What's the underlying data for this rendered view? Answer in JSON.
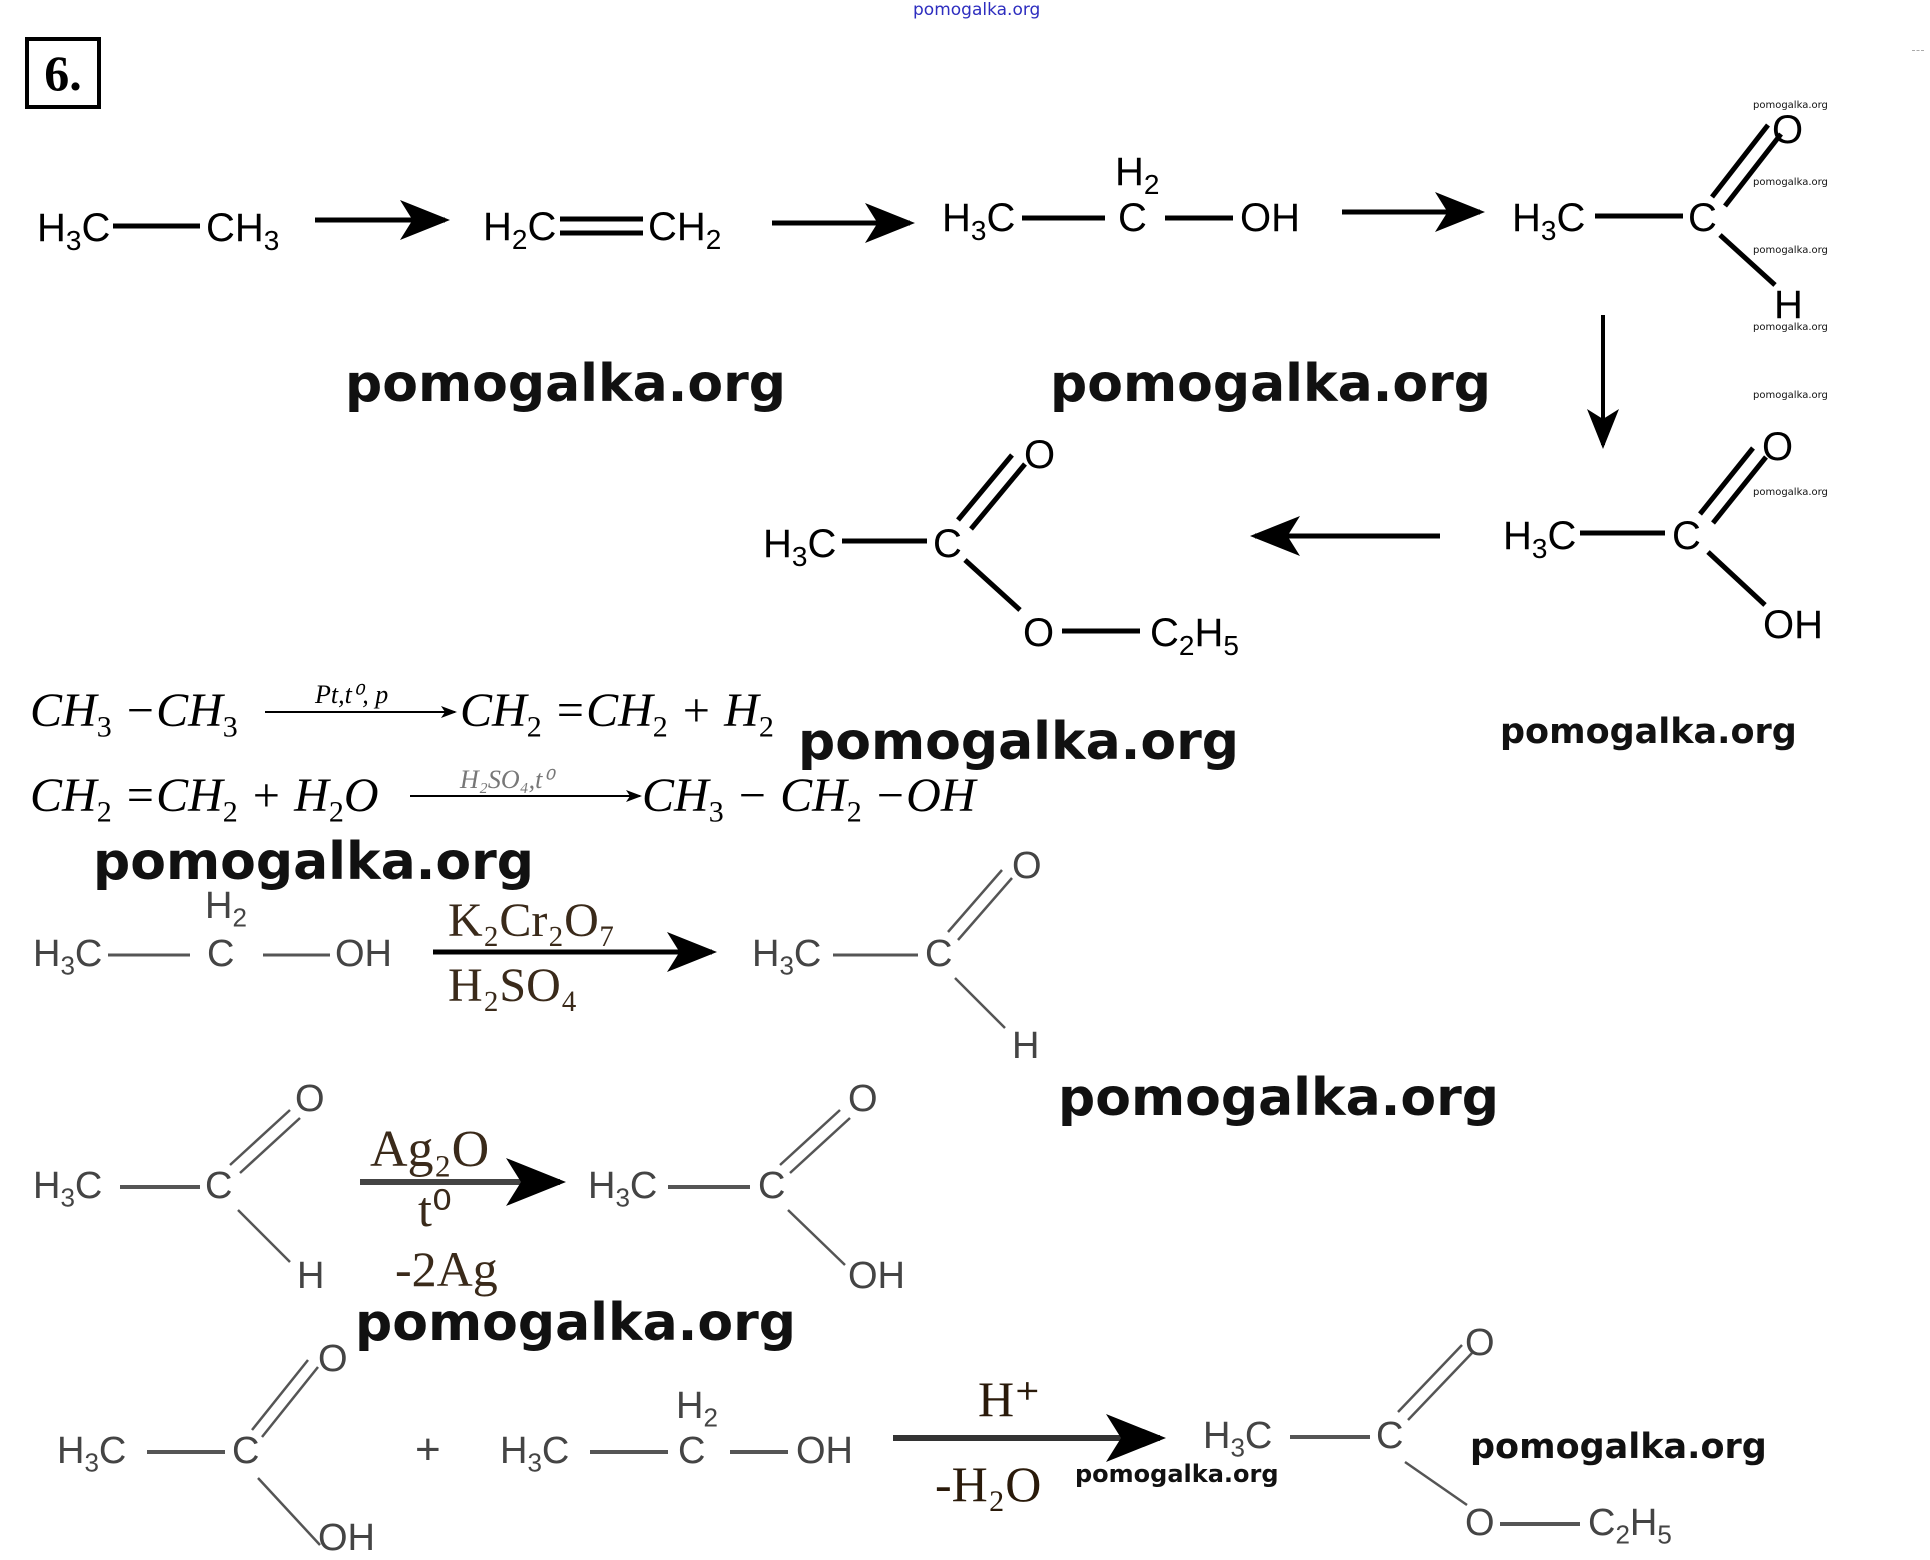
{
  "header": {
    "site_watermark": "pomogalka.org",
    "task_number": "6."
  },
  "scheme": {
    "ethane": {
      "left": "H",
      "left_sub": "3",
      "left_c": "C",
      "right_c": "CH",
      "right_sub": "3"
    },
    "ethylene": {
      "left": "H",
      "left_sub": "2",
      "left_c": "C",
      "right_c": "CH",
      "right_sub": "2"
    },
    "ethanol": {
      "h3": "H",
      "h3_sub": "3",
      "c1": "C",
      "h2": "H",
      "h2_sub": "2",
      "c2": "C",
      "oh": "OH"
    },
    "acetaldehyde": {
      "h3": "H",
      "h3_sub": "3",
      "c1": "C",
      "c2": "C",
      "o": "O",
      "h": "H"
    },
    "acetic_acid": {
      "h3": "H",
      "h3_sub": "3",
      "c1": "C",
      "c2": "C",
      "o": "O",
      "oh": "OH"
    },
    "ethyl_acetate": {
      "h3": "H",
      "h3_sub": "3",
      "c1": "C",
      "c2": "C",
      "o_top": "O",
      "o_bottom": "O",
      "c2h5_c": "C",
      "c2h5_sub2": "2",
      "c2h5_h": "H",
      "c2h5_sub5": "5"
    }
  },
  "equations": {
    "eq1": {
      "lhs": [
        "CH",
        "3",
        " −CH",
        "3"
      ],
      "condition": "Pt,t⁰, p",
      "rhs": [
        "CH",
        "2",
        " =CH",
        "2",
        " + H",
        "2"
      ]
    },
    "eq2": {
      "lhs": [
        "CH",
        "2",
        " =CH",
        "2",
        " + H",
        "2",
        "O"
      ],
      "condition": "H₂SO₄,t⁰",
      "rhs": [
        "CH",
        "3",
        " − CH",
        "2",
        " −OH"
      ]
    }
  },
  "reactions": {
    "oxidation_dichromate": {
      "reagent_top": "K₂Cr₂O₇",
      "reagent_bottom": "H₂SO₄"
    },
    "silver_mirror": {
      "reagent_top": "Ag₂O",
      "reagent_mid": "t⁰",
      "reagent_bottom": "-2Ag"
    },
    "esterification": {
      "plus": "+",
      "reagent_top": "H⁺",
      "reagent_bottom": "-H₂O"
    }
  },
  "watermarks": {
    "large": "pomogalka.org",
    "medium": "pomogalka.org",
    "small": "pomogalka.org",
    "tiny": "pomogalka.org"
  }
}
